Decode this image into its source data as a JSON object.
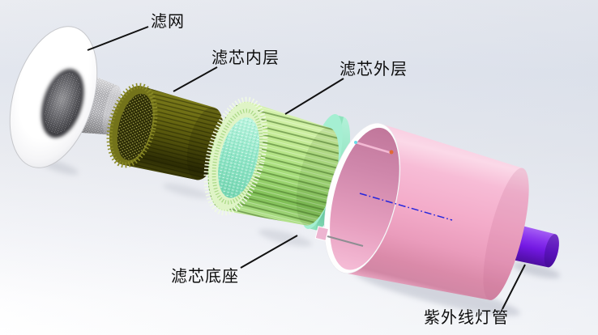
{
  "figure": {
    "type": "exploded-assembly-diagram"
  },
  "callouts": [
    {
      "id": "filter-mesh",
      "text": "滤网"
    },
    {
      "id": "filter-core-inner-layer",
      "text": "滤芯内层"
    },
    {
      "id": "filter-core-outer-layer",
      "text": "滤芯外层"
    },
    {
      "id": "filter-core-base",
      "text": "滤芯底座"
    },
    {
      "id": "uv-lamp-tube",
      "text": "紫外线灯管"
    }
  ],
  "colors": {
    "background_top": "#e3e7ee",
    "background_bottom": "#ffffff",
    "filter_mesh_disc": "#ffffff",
    "mesh_basket": "#a8a8ac",
    "inner_layer": "#6b6b12",
    "outer_layer": "#b2e689",
    "base": "#8fe4c0",
    "housing": "#f3abc9",
    "uv_lamp": "#7318e2",
    "centerline": "#2525dd",
    "leader_line": "#111111",
    "label_text": "#0d0d0d"
  }
}
